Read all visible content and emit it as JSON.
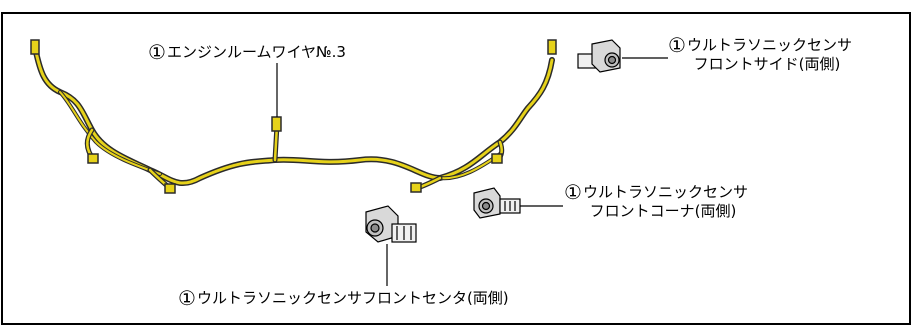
{
  "diagram": {
    "callouts": [
      {
        "number": "①",
        "line1": "エンジンルームワイヤ№.3",
        "line2": ""
      },
      {
        "number": "①",
        "line1": "ウルトラソニックセンサ",
        "line2": "フロントサイド(両側)"
      },
      {
        "number": "①",
        "line1": "ウルトラソニックセンサ",
        "line2": "フロントコーナ(両側)"
      },
      {
        "number": "①",
        "line1": "ウルトラソニックセンサフロントセンタ(両側)",
        "line2": ""
      }
    ],
    "colors": {
      "wire": "#e6d21a",
      "wire_outline": "#2b2b2b",
      "sensor_fill": "#d9d9d9",
      "stroke": "#000000"
    }
  }
}
